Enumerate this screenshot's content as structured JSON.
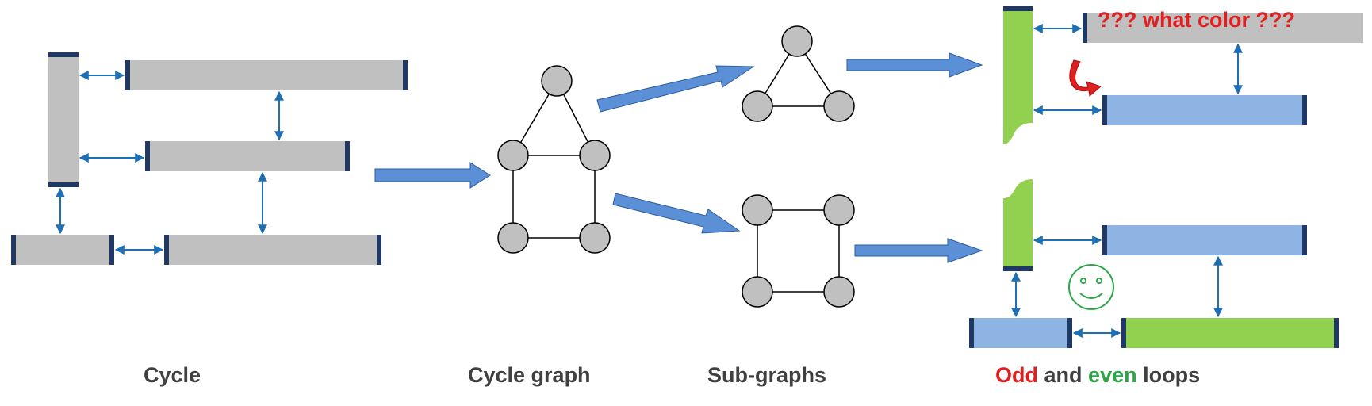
{
  "captions": {
    "cycle": "Cycle",
    "cycle_graph": "Cycle graph",
    "sub_graphs": "Sub-graphs",
    "loops_odd": "Odd",
    "loops_and": "and",
    "loops_even": "even",
    "loops_tail": "loops"
  },
  "annotation": {
    "question": "??? what color ???"
  },
  "icons": {
    "smiley": "smiley-face-icon",
    "curved_arrow": "curved-arrow-icon"
  },
  "colors": {
    "bar_gray": "#c0c0c0",
    "bar_blue": "#8db4e2",
    "bar_green": "#92d050",
    "bar_end": "#1f3864",
    "connector": "#1f6fb5",
    "block_arrow": "#5b8fd6",
    "node_fill": "#c0c0c0",
    "odd_red": "#e02020",
    "even_green": "#2fa54a"
  }
}
